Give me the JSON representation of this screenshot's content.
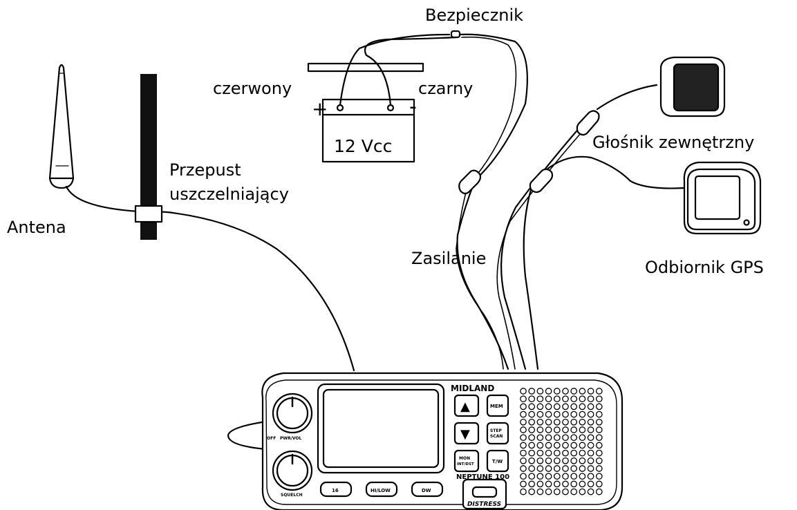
{
  "colors": {
    "line": "#000000",
    "background": "#ffffff",
    "body_fill": "#ffffff",
    "fuse_fill": "#ffffff"
  },
  "labels": {
    "fuse": "Bezpiecznik",
    "red_wire": "czerwony",
    "black_wire": "czarny",
    "plus": "+",
    "minus": "-",
    "battery": "12 Vcc",
    "gland_line1": "Przepust",
    "gland_line2": "uszczelniający",
    "antenna": "Antena",
    "power": "Zasilanie",
    "speaker": "Głośnik zewnętrzny",
    "gps": "Odbiornik GPS"
  },
  "radio": {
    "brand": "MIDLAND",
    "model": "NEPTUNE 100",
    "knob_top_off": "OFF",
    "knob_top_label": "PWR/VOL",
    "knob_bottom_label": "SQUELCH",
    "buttons": {
      "up": "▲",
      "down": "▼",
      "mem": "MEM",
      "step_line1": "STEP",
      "step_line2": "SCAN",
      "mon_line1": "MON",
      "mon_line2": "INT/DST",
      "tw": "T/W",
      "b16": "16",
      "hilow": "HI/LOW",
      "dw": "DW",
      "distress": "DISTRESS"
    },
    "icons": {
      "brand_logo": "midland-logo-icon",
      "up": "arrow-up-icon",
      "down": "arrow-down-icon"
    }
  }
}
